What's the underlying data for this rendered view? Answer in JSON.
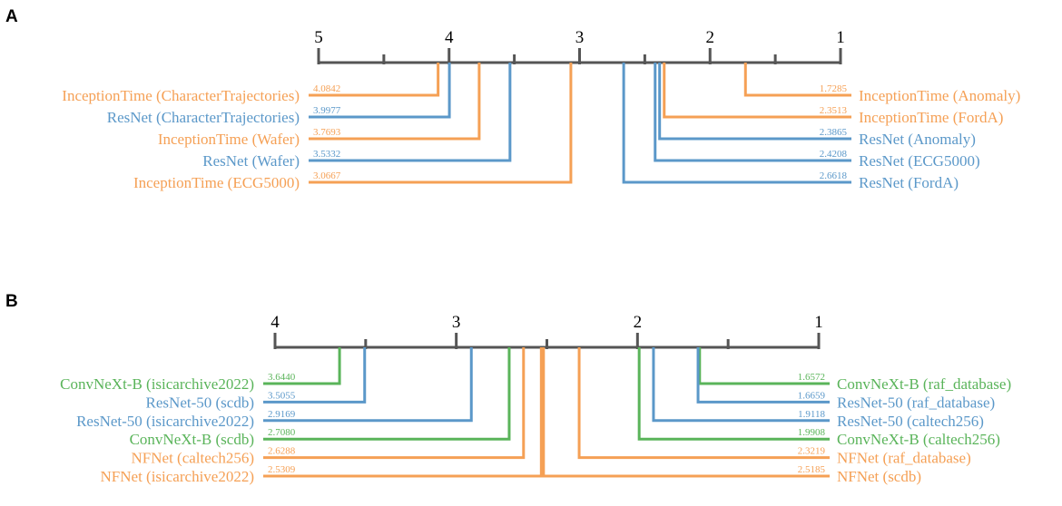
{
  "colors": {
    "orange": "#f5a055",
    "blue": "#5b98c9",
    "green": "#5ab45a",
    "axis": "#555555"
  },
  "chart_data": [
    {
      "type": "critical-difference",
      "panel_label": "A",
      "title": "",
      "xlabel": "",
      "ylabel": "",
      "axis": {
        "min": 1,
        "max": 5,
        "reversed": true,
        "major_ticks": [
          5,
          4,
          3,
          2,
          1
        ],
        "minor_ticks": [
          4.5,
          3.5,
          2.5,
          1.5
        ]
      },
      "left_entries": [
        {
          "name": "InceptionTime (CharacterTrajectories)",
          "rank": 4.0842,
          "rank_label": "4.0842",
          "color": "orange"
        },
        {
          "name": "ResNet (CharacterTrajectories)",
          "rank": 3.9977,
          "rank_label": "3.9977",
          "color": "blue"
        },
        {
          "name": "InceptionTime (Wafer)",
          "rank": 3.7693,
          "rank_label": "3.7693",
          "color": "orange"
        },
        {
          "name": "ResNet (Wafer)",
          "rank": 3.5332,
          "rank_label": "3.5332",
          "color": "blue"
        },
        {
          "name": "InceptionTime (ECG5000)",
          "rank": 3.0667,
          "rank_label": "3.0667",
          "color": "orange"
        }
      ],
      "right_entries": [
        {
          "name": "InceptionTime (Anomaly)",
          "rank": 1.7285,
          "rank_label": "1.7285",
          "color": "orange"
        },
        {
          "name": "InceptionTime (FordA)",
          "rank": 2.3513,
          "rank_label": "2.3513",
          "color": "orange"
        },
        {
          "name": "ResNet (Anomaly)",
          "rank": 2.3865,
          "rank_label": "2.3865",
          "color": "blue"
        },
        {
          "name": "ResNet (ECG5000)",
          "rank": 2.4208,
          "rank_label": "2.4208",
          "color": "blue"
        },
        {
          "name": "ResNet (FordA)",
          "rank": 2.6618,
          "rank_label": "2.6618",
          "color": "blue"
        }
      ]
    },
    {
      "type": "critical-difference",
      "panel_label": "B",
      "title": "",
      "xlabel": "",
      "ylabel": "",
      "axis": {
        "min": 1,
        "max": 4,
        "reversed": true,
        "major_ticks": [
          4,
          3,
          2,
          1
        ],
        "minor_ticks": [
          3.5,
          2.5,
          1.5
        ]
      },
      "left_entries": [
        {
          "name": "ConvNeXt-B (isicarchive2022)",
          "rank": 3.644,
          "rank_label": "3.6440",
          "color": "green"
        },
        {
          "name": "ResNet-50 (scdb)",
          "rank": 3.5055,
          "rank_label": "3.5055",
          "color": "blue"
        },
        {
          "name": "ResNet-50 (isicarchive2022)",
          "rank": 2.9169,
          "rank_label": "2.9169",
          "color": "blue"
        },
        {
          "name": "ConvNeXt-B (scdb)",
          "rank": 2.708,
          "rank_label": "2.7080",
          "color": "green"
        },
        {
          "name": "NFNet (caltech256)",
          "rank": 2.6288,
          "rank_label": "2.6288",
          "color": "orange"
        },
        {
          "name": "NFNet (isicarchive2022)",
          "rank": 2.5309,
          "rank_label": "2.5309",
          "color": "orange"
        }
      ],
      "right_entries": [
        {
          "name": "ConvNeXt-B (raf_database)",
          "rank": 1.6572,
          "rank_label": "1.6572",
          "color": "green"
        },
        {
          "name": "ResNet-50 (raf_database)",
          "rank": 1.6659,
          "rank_label": "1.6659",
          "color": "blue"
        },
        {
          "name": "ResNet-50 (caltech256)",
          "rank": 1.9118,
          "rank_label": "1.9118",
          "color": "blue"
        },
        {
          "name": "ConvNeXt-B (caltech256)",
          "rank": 1.9908,
          "rank_label": "1.9908",
          "color": "green"
        },
        {
          "name": "NFNet (raf_database)",
          "rank": 2.3219,
          "rank_label": "2.3219",
          "color": "orange"
        },
        {
          "name": "NFNet (scdb)",
          "rank": 2.5185,
          "rank_label": "2.5185",
          "color": "orange"
        }
      ]
    }
  ]
}
